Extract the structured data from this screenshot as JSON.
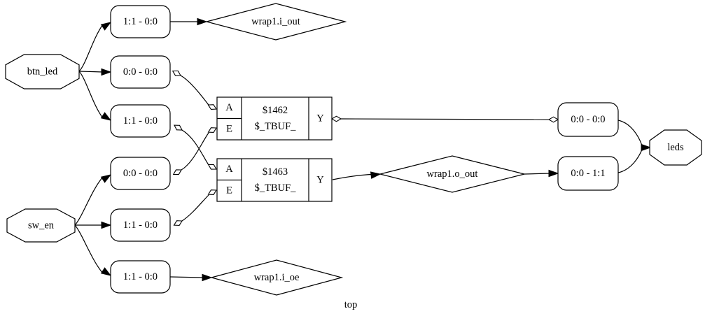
{
  "graph": {
    "label": "top"
  },
  "nodes": {
    "btn_led": {
      "label": "btn_led"
    },
    "sw_en": {
      "label": "sw_en"
    },
    "leds": {
      "label": "leds"
    },
    "slice_btn_a": {
      "label": "1:1 - 0:0"
    },
    "slice_btn_b": {
      "label": "0:0 - 0:0"
    },
    "slice_btn_c": {
      "label": "1:1 - 0:0"
    },
    "slice_sw_a": {
      "label": "0:0 - 0:0"
    },
    "slice_sw_b": {
      "label": "1:1 - 0:0"
    },
    "slice_sw_c": {
      "label": "1:1 - 0:0"
    },
    "slice_led_a": {
      "label": "0:0 - 0:0"
    },
    "slice_led_b": {
      "label": "0:0 - 1:1"
    },
    "cell_1462": {
      "name": "$1462",
      "type": "$_TBUF_",
      "ports": {
        "a": "A",
        "e": "E",
        "y": "Y"
      }
    },
    "cell_1463": {
      "name": "$1463",
      "type": "$_TBUF_",
      "ports": {
        "a": "A",
        "e": "E",
        "y": "Y"
      }
    },
    "wire_i_out": {
      "label": "wrap1.i_out"
    },
    "wire_o_out": {
      "label": "wrap1.o_out"
    },
    "wire_i_oe": {
      "label": "wrap1.i_oe"
    }
  }
}
